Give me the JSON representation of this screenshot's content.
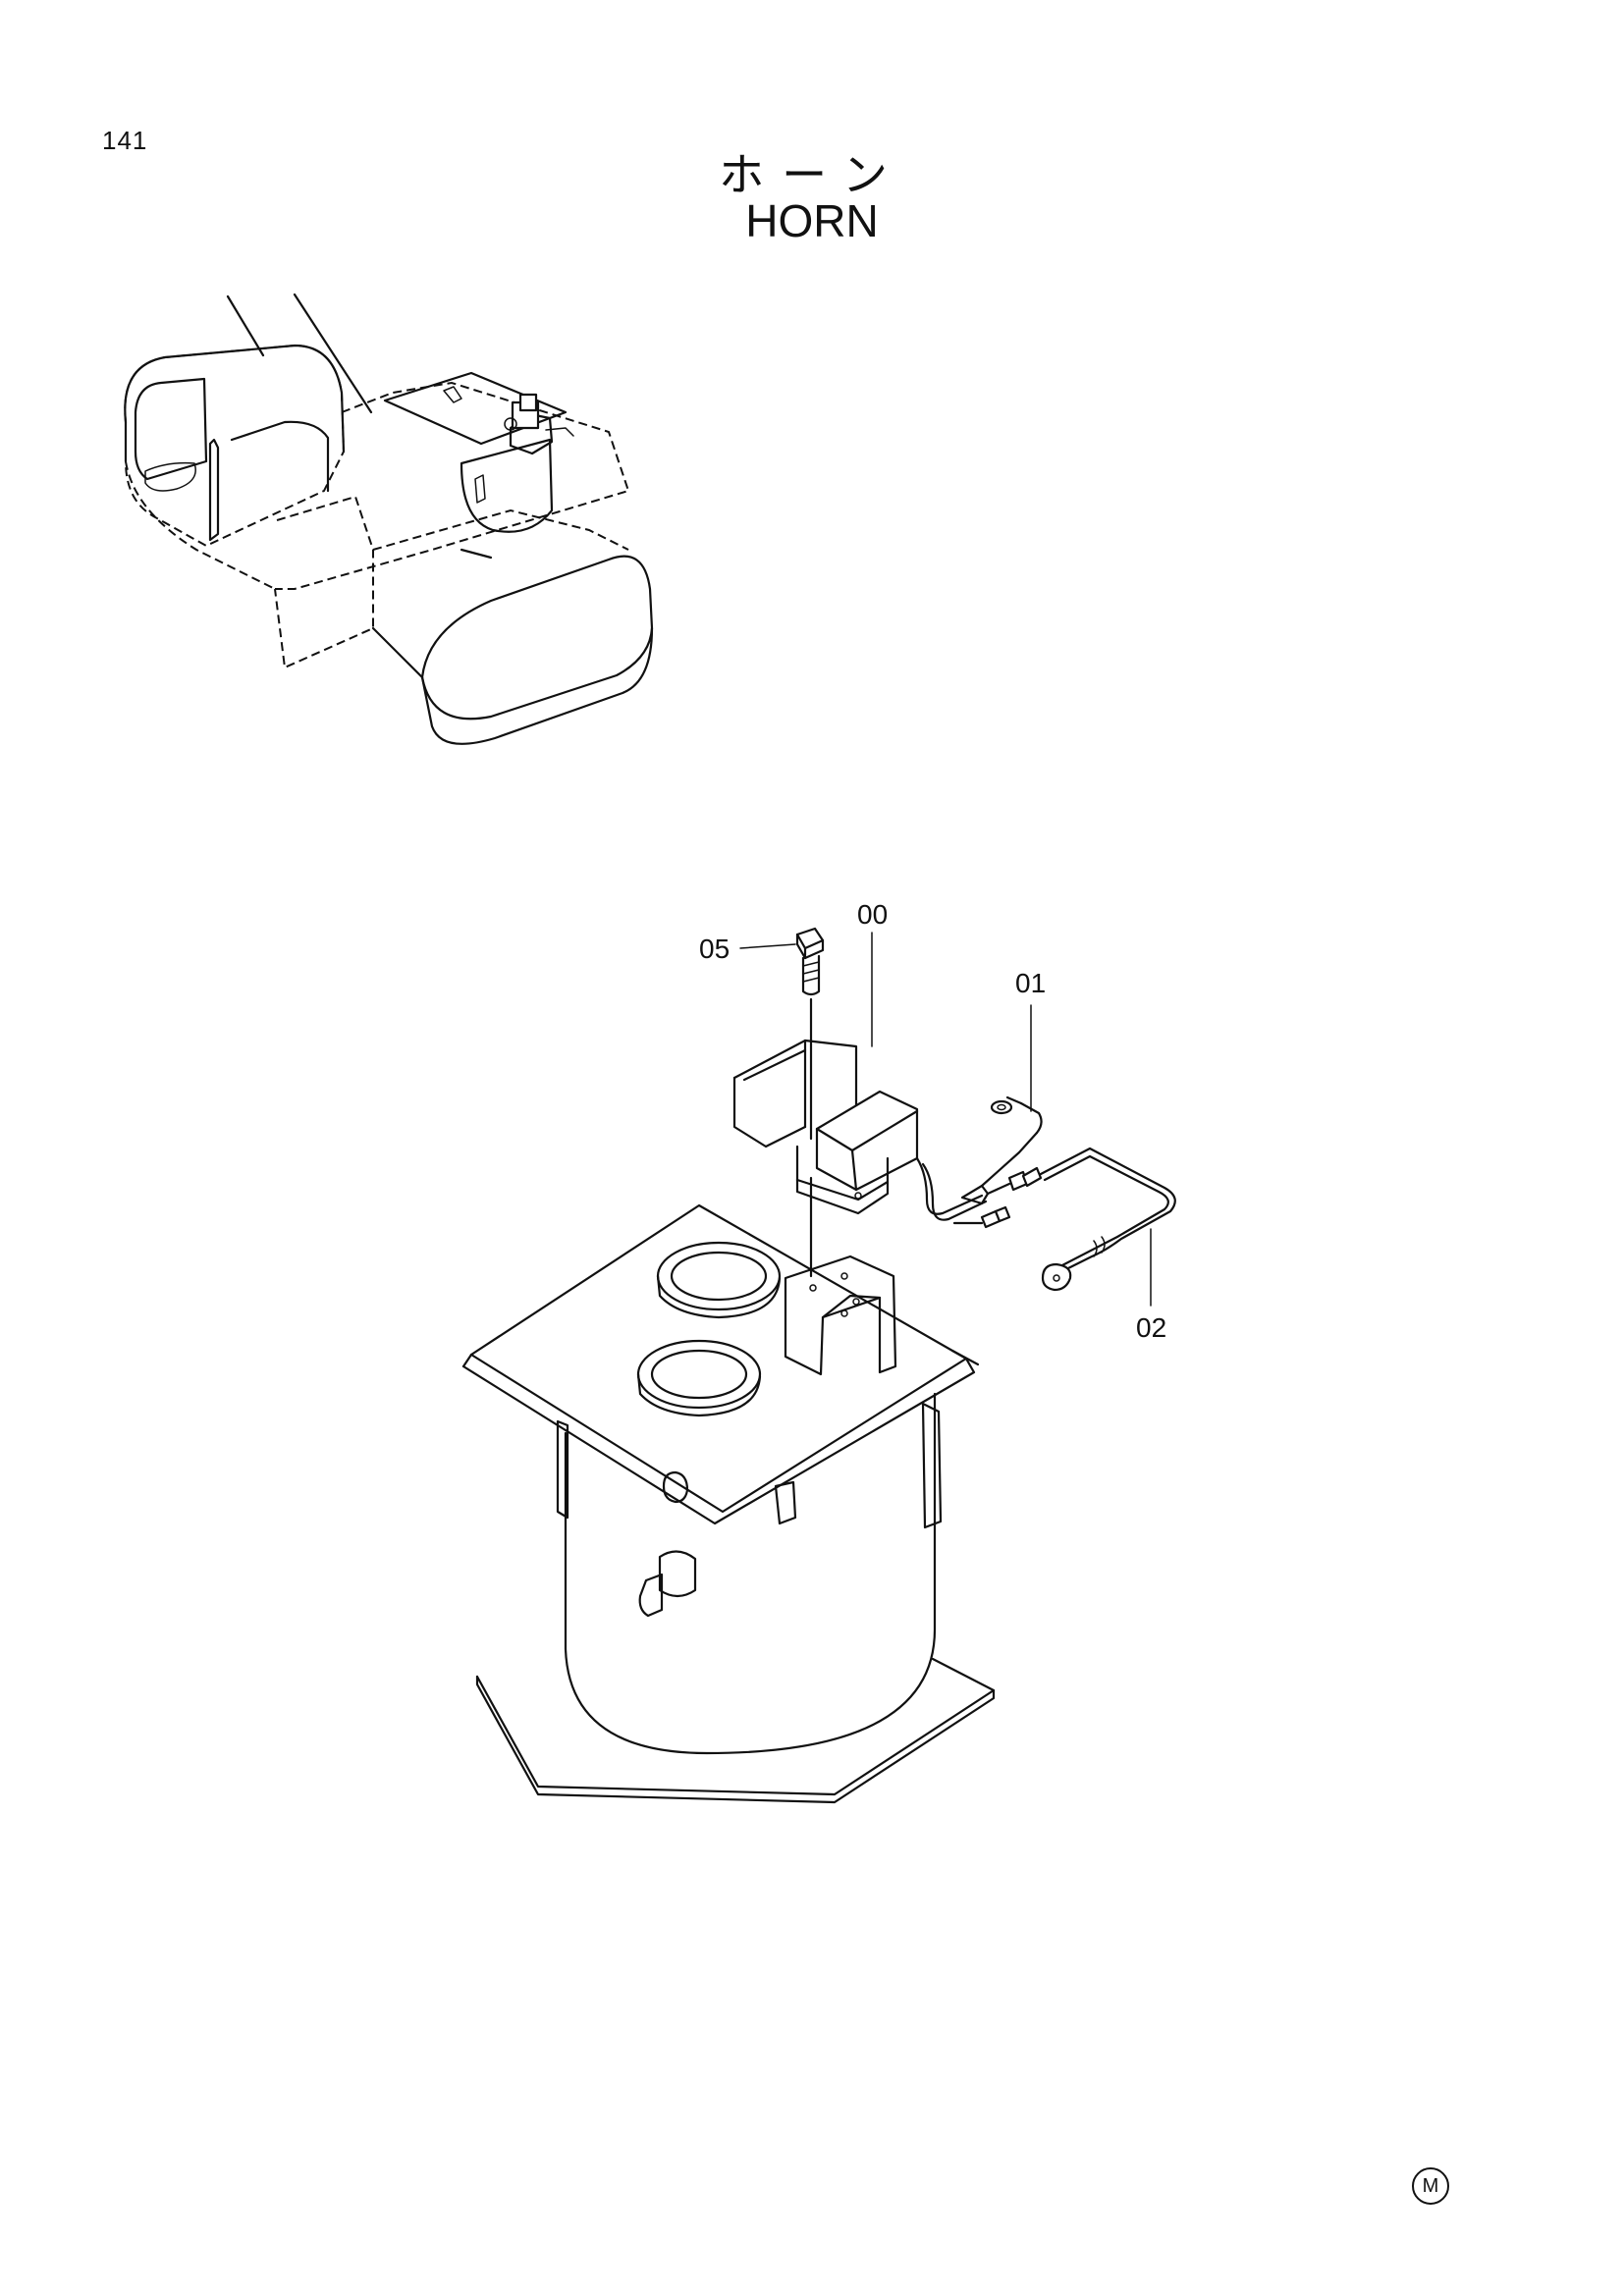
{
  "page": {
    "number": "141"
  },
  "title": {
    "ja": "ホーン",
    "en": "HORN"
  },
  "callouts": {
    "horn": "00",
    "wire_harness": "01",
    "ground_wire": "02",
    "bolt": "05"
  },
  "footer": {
    "mark": "M"
  }
}
